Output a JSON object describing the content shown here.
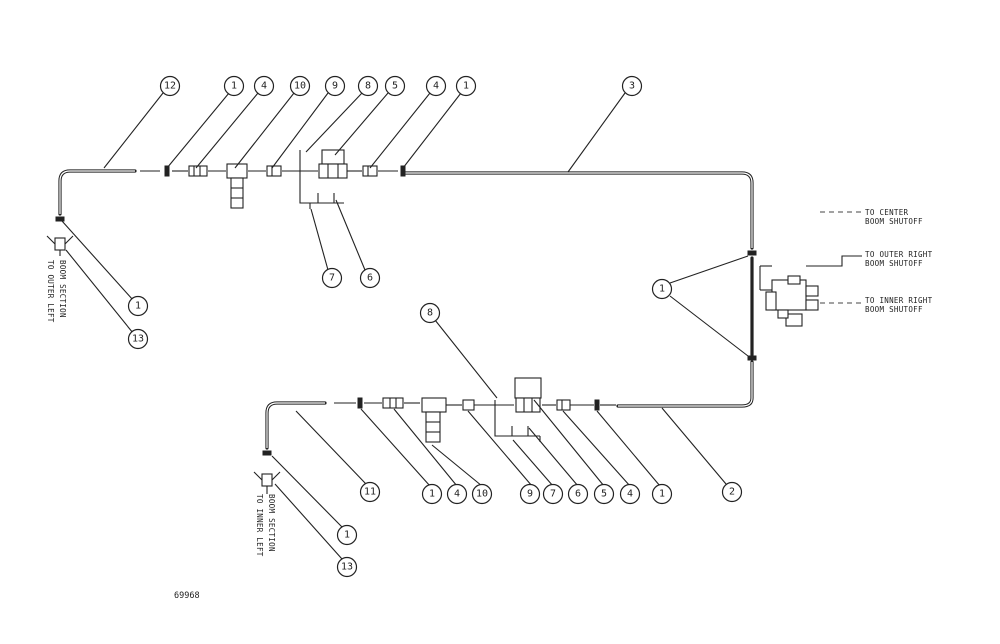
{
  "figure_id": "69968",
  "notes": {
    "outer_left": [
      "TO OUTER LEFT",
      "BOOM SECTION"
    ],
    "inner_left": [
      "TO INNER LEFT",
      "BOOM SECTION"
    ],
    "center": [
      "TO CENTER",
      "BOOM SHUTOFF"
    ],
    "outer_right": [
      "TO OUTER RIGHT",
      "BOOM SHUTOFF"
    ],
    "inner_right": [
      "TO INNER RIGHT",
      "BOOM SHUTOFF"
    ]
  },
  "callouts": {
    "top": [
      "12",
      "1",
      "4",
      "10",
      "9",
      "8",
      "5",
      "4",
      "1",
      "3"
    ],
    "top_bracket": [
      "7",
      "6"
    ],
    "left_upper": [
      "1",
      "13"
    ],
    "right": [
      "1"
    ],
    "lower_leader": "8",
    "bottom": [
      "11",
      "1",
      "4",
      "10",
      "9",
      "7",
      "6",
      "5",
      "4",
      "1",
      "2"
    ],
    "left_lower": [
      "1",
      "13"
    ]
  }
}
